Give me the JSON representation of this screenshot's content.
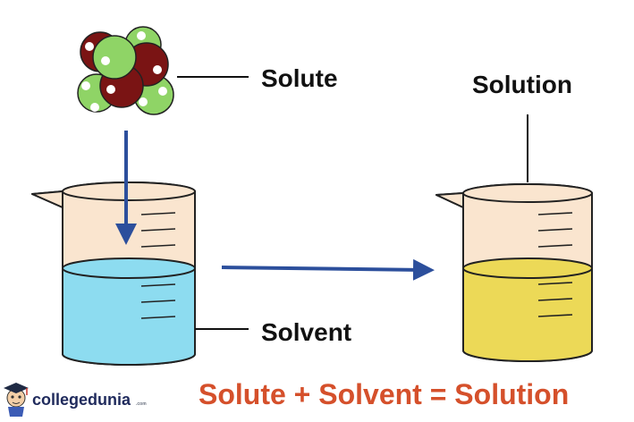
{
  "labels": {
    "solute": "Solute",
    "solvent": "Solvent",
    "solution": "Solution"
  },
  "equation": "Solute + Solvent = Solution",
  "brand": {
    "name": "collegedunia",
    "domain": ".com"
  },
  "colors": {
    "solvent_liquid": "#8ddcf0",
    "solution_liquid": "#ecd957",
    "beaker_glass": "#fae5cf",
    "arrow": "#2c4f9c",
    "equation_text": "#d5502b",
    "particle_green": "#8fd466",
    "particle_maroon": "#7a1414"
  },
  "icons": {
    "brand_logo": "graduate-mascot-icon"
  }
}
